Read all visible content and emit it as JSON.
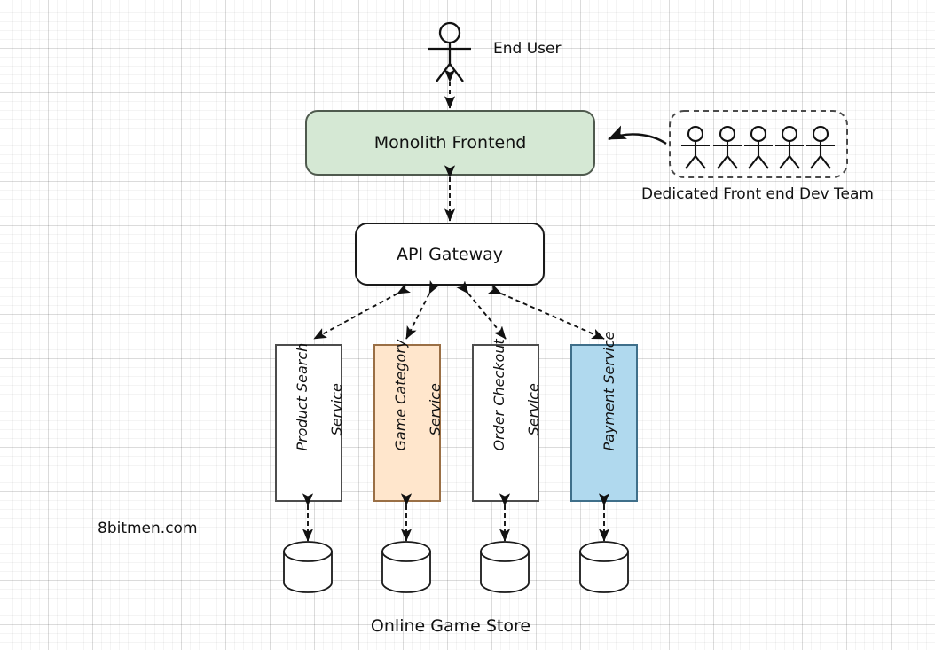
{
  "diagram": {
    "title_caption": "Online Game Store",
    "watermark": "8bitmen.com",
    "actors": {
      "end_user_label": "End User",
      "dev_team_label": "Dedicated Front end Dev Team",
      "dev_team_count": 5
    },
    "nodes": [
      {
        "id": "monolith-frontend",
        "label": "Monolith Frontend",
        "fill": "#d5e8d4",
        "stroke": "#50594f",
        "shape": "rounded-rect"
      },
      {
        "id": "api-gateway",
        "label": "API Gateway",
        "fill": "#ffffff",
        "stroke": "#1a1a1a",
        "shape": "rounded-rect"
      }
    ],
    "services": [
      {
        "id": "product-search-service",
        "line1": "Product Search",
        "line2": "Service",
        "fill": "#ffffff",
        "stroke": "#4d4d4d"
      },
      {
        "id": "game-category-service",
        "line1": "Game Category",
        "line2": "Service",
        "fill": "#ffe6cc",
        "stroke": "#9a6f45"
      },
      {
        "id": "order-checkout-service",
        "line1": "Order Checkout",
        "line2": "Service",
        "fill": "#ffffff",
        "stroke": "#4d4d4d"
      },
      {
        "id": "payment-service",
        "line1": "Payment Service",
        "line2": "",
        "fill": "#b0d9ee",
        "stroke": "#3f6f8a"
      }
    ],
    "databases": [
      {
        "id": "product-search-db"
      },
      {
        "id": "game-category-db"
      },
      {
        "id": "order-checkout-db"
      },
      {
        "id": "payment-db"
      }
    ],
    "connectors": {
      "style": "dashed-double-arrow",
      "dev_team_to_monolith": "curved-solid-arrow"
    },
    "colors": {
      "green_fill": "#d5e8d4",
      "orange_fill": "#ffe6cc",
      "blue_fill": "#b0d9ee",
      "line": "#111111",
      "grid": "#e9e9e9"
    }
  }
}
